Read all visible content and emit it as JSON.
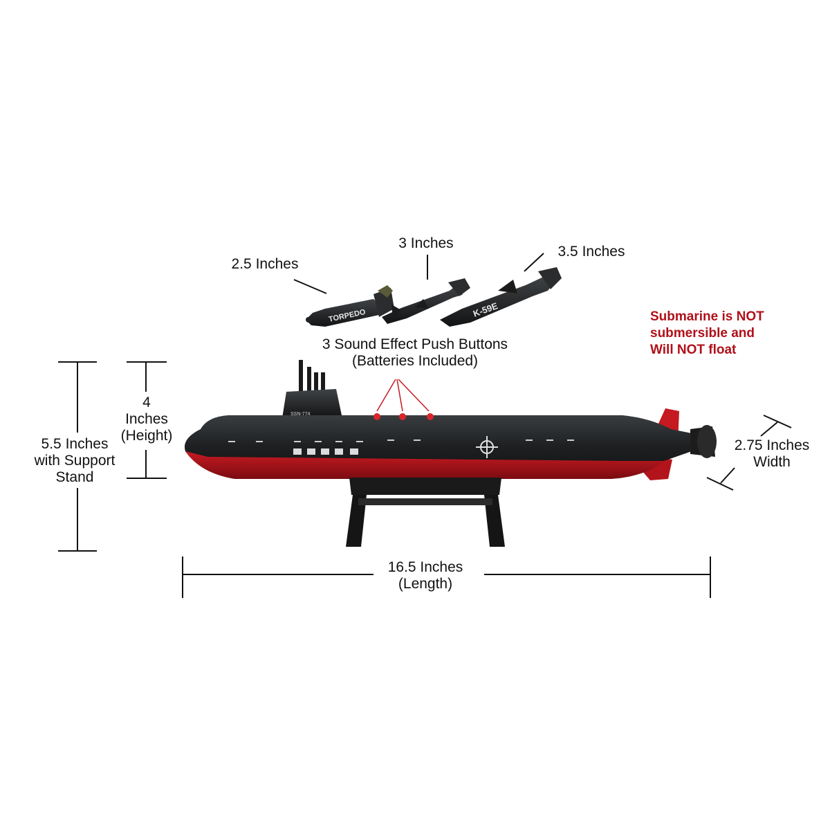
{
  "colors": {
    "hull_top": "#1d1f21",
    "hull_bottom": "#b3141c",
    "warning_text": "#b0101a",
    "button_red": "#d8262c"
  },
  "missiles": {
    "torpedo_text": "TORPEDO",
    "missile_text": "K-59E"
  },
  "submarine": {
    "hull_number": "SSN-774"
  },
  "dimensions": {
    "missile1": "2.5 Inches",
    "missile2": "3 Inches",
    "missile3": "3.5 Inches",
    "buttons_line1": "3 Sound Effect Push Buttons",
    "buttons_line2": "(Batteries Included)",
    "height_line1": "4",
    "height_line2": "Inches",
    "height_line3": "(Height)",
    "stand_line1": "5.5 Inches",
    "stand_line2": "with Support",
    "stand_line3": "Stand",
    "width_line1": "2.75 Inches",
    "width_line2": "Width",
    "length_line1": "16.5 Inches",
    "length_line2": "(Length)"
  },
  "warning": {
    "line1": "Submarine is NOT",
    "line2": "submersible and",
    "line3": "Will NOT float"
  }
}
